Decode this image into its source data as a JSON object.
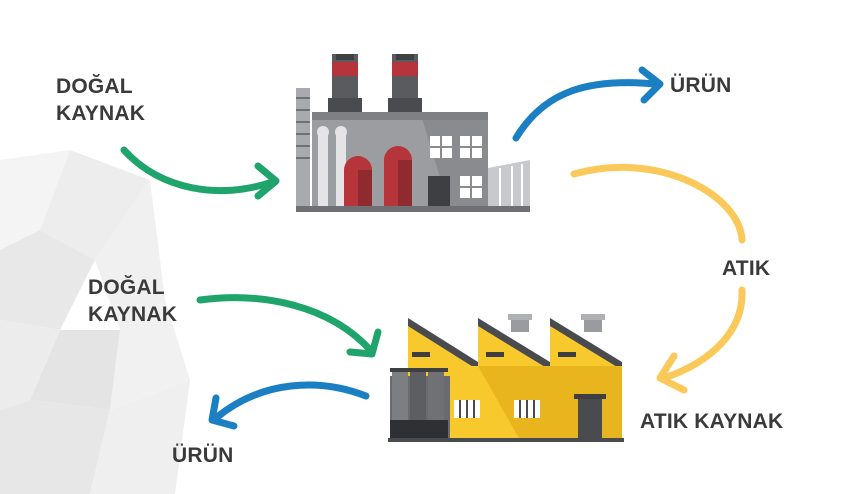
{
  "labels": {
    "natural_resource_top": [
      "DOĞAL",
      "KAYNAK"
    ],
    "product_top": "ÜRÜN",
    "waste": "ATIK",
    "natural_resource_bottom": [
      "DOĞAL",
      "KAYNAK"
    ],
    "waste_resource": "ATIK KAYNAK",
    "product_bottom": "ÜRÜN"
  },
  "colors": {
    "arrow_input": "#1fa56b",
    "arrow_product": "#1b7fc4",
    "arrow_waste": "#fbc95a",
    "factory_grey": "#8e8f93",
    "factory_red": "#b6353b",
    "factory_yellow": "#f7c92d",
    "text": "#3a3a3a"
  },
  "icons": [
    "power-plant-icon",
    "factory-icon"
  ]
}
